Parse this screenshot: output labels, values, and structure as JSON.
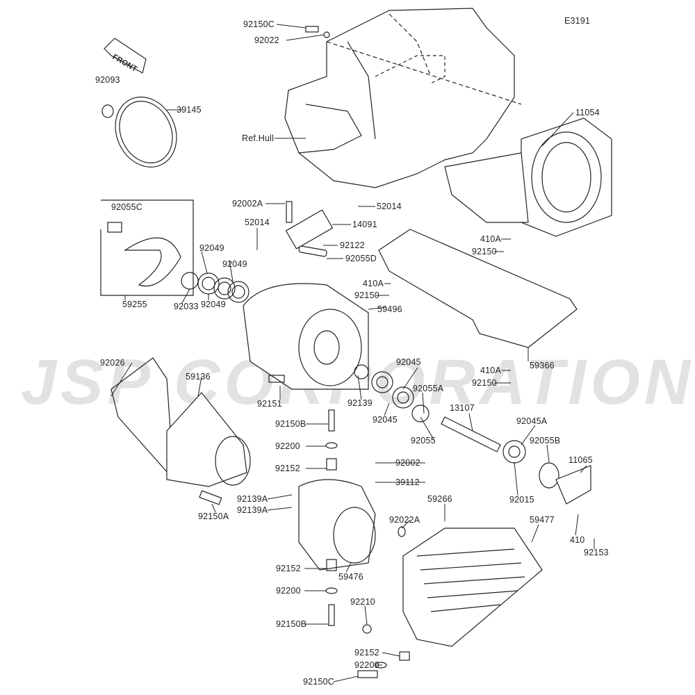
{
  "diagram_code": "E3191",
  "front_label": "FRONT",
  "watermark": "JSP CORPORATION",
  "labels": [
    "92150C",
    "92022",
    "92093",
    "39145",
    "11054",
    "Ref.Hull",
    "92002A",
    "52014",
    "52014",
    "14091",
    "92055C",
    "92122",
    "92055D",
    "410A",
    "92150",
    "92049",
    "92049",
    "410A",
    "92150",
    "92033",
    "92049",
    "59255",
    "59496",
    "59366",
    "92026",
    "59136",
    "92045",
    "410A",
    "92150",
    "92055A",
    "92151",
    "92139",
    "92045",
    "13107",
    "92150B",
    "92045A",
    "92055",
    "92055B",
    "92200",
    "92002",
    "11065",
    "92152",
    "39112",
    "92015",
    "92139A",
    "59266",
    "92139A",
    "59477",
    "92022A",
    "92150A",
    "410",
    "92153",
    "92152",
    "59476",
    "92200",
    "92210",
    "92150B",
    "92152",
    "92200",
    "92150C"
  ]
}
